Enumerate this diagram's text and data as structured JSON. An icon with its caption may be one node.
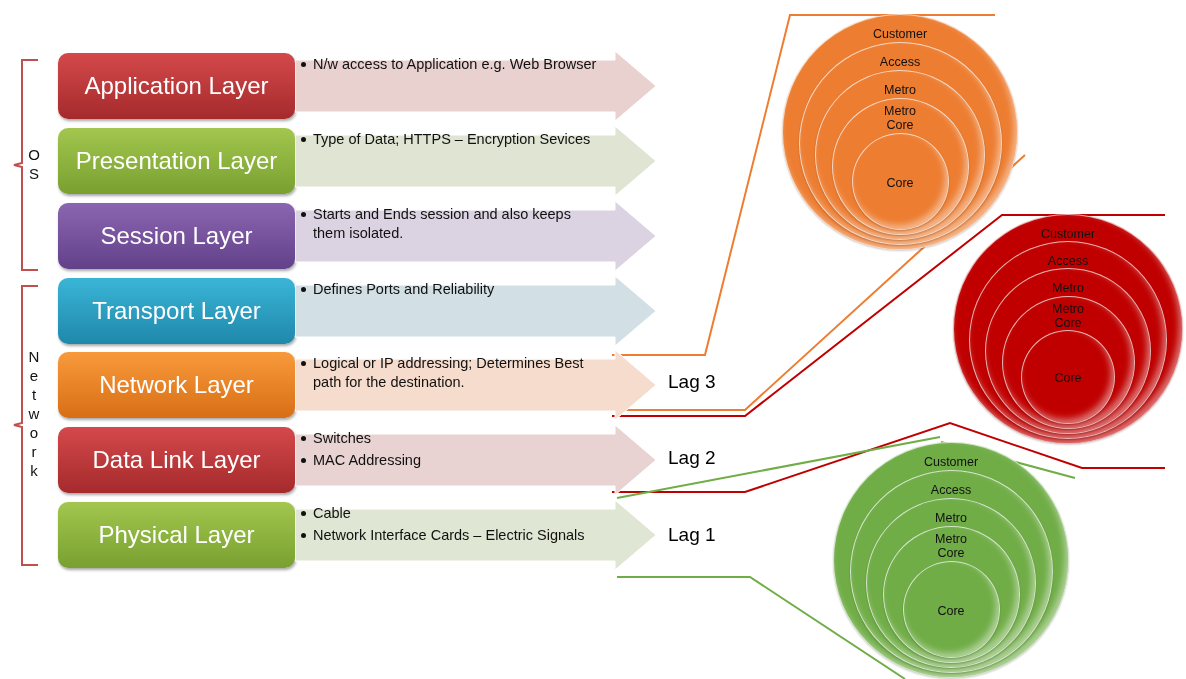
{
  "diagram": {
    "nodes": [
      {
        "text": [
          "Application Layer"
        ]
      },
      {
        "text": [
          "N/w access to Application e.g. Web Browser"
        ]
      },
      {
        "text": [
          "Presentation Layer"
        ]
      },
      {
        "text": [
          "Type of Data; HTTPS – Encryption Sevices"
        ]
      },
      {
        "text": [
          "Session Layer"
        ]
      },
      {
        "text": [
          "Starts and Ends session and also keeps them isolated."
        ]
      },
      {
        "text": [
          "Transport Layer"
        ]
      },
      {
        "text": [
          "Defines Ports and Reliability"
        ]
      },
      {
        "text": [
          "Network Layer"
        ]
      },
      {
        "text": [
          "Logical or IP addressing; Determines Best path for the destination."
        ]
      },
      {
        "text": [
          "Data Link Layer"
        ]
      },
      {
        "text": [
          "Switches",
          "MAC Addressing"
        ]
      },
      {
        "text": [
          "Physical Layer"
        ]
      },
      {
        "text": [
          "Cable",
          "Network Interface Cards – Electric Signals"
        ]
      },
      {
        "text": [
          "Customer"
        ]
      },
      {
        "text": [
          "Access"
        ],
        "in": 14
      },
      {
        "text": [
          "Metro"
        ],
        "in": 15
      },
      {
        "text": [
          "Metro Core"
        ],
        "in": 16
      },
      {
        "text": [
          "Core"
        ],
        "in": 17
      },
      {
        "text": [
          "Customer"
        ]
      },
      {
        "text": [
          "Access"
        ],
        "in": 19
      },
      {
        "text": [
          "Metro"
        ],
        "in": 20
      },
      {
        "text": [
          "Metro Core"
        ],
        "in": 21
      },
      {
        "text": [
          "Core"
        ],
        "in": 22
      },
      {
        "text": [
          "Customer"
        ]
      },
      {
        "text": [
          "Access"
        ],
        "in": 24
      },
      {
        "text": [
          "Metro"
        ],
        "in": 25
      },
      {
        "text": [
          "Metro Core"
        ],
        "in": 26
      },
      {
        "text": [
          "Core"
        ],
        "in": 27
      }
    ],
    "labels": [
      "OS",
      "Network",
      "Lag 3",
      "Lag 2",
      "Lag 1"
    ]
  }
}
